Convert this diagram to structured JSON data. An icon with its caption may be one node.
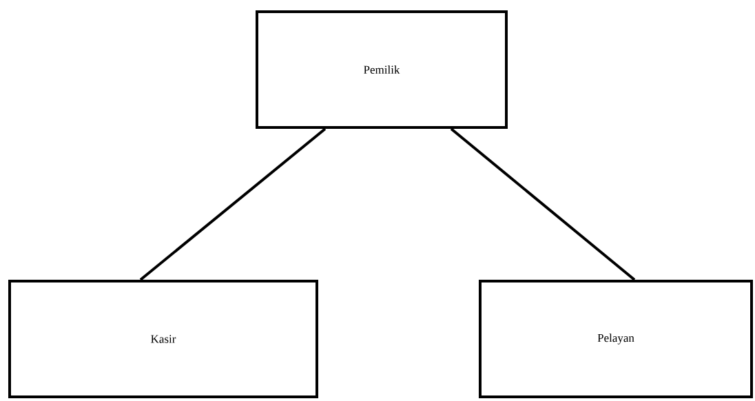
{
  "diagram": {
    "nodes": [
      {
        "text": [
          "Pemilik"
        ]
      },
      {
        "text": [
          "Kasir"
        ]
      },
      {
        "text": [
          "Pelayan"
        ]
      }
    ],
    "edges": [
      {
        "from": 0,
        "to": 1,
        "arrow": "none"
      },
      {
        "from": 0,
        "to": 2,
        "arrow": "none"
      }
    ]
  }
}
